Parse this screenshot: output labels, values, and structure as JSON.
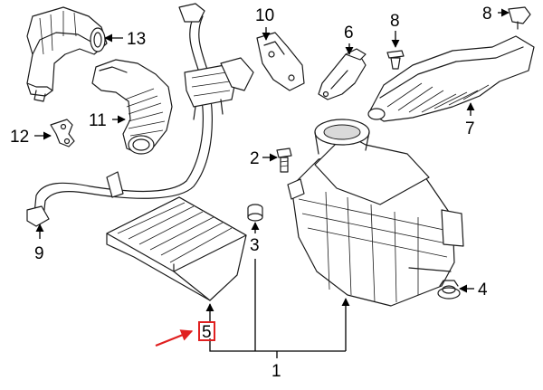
{
  "callouts": {
    "c1": "1",
    "c2": "2",
    "c3": "3",
    "c4": "4",
    "c5": "5",
    "c6": "6",
    "c7": "7",
    "c8a": "8",
    "c8b": "8",
    "c9": "9",
    "c10": "10",
    "c11": "11",
    "c12": "12",
    "c13": "13"
  },
  "highlight": {
    "part": "5",
    "color": "#e02020"
  }
}
